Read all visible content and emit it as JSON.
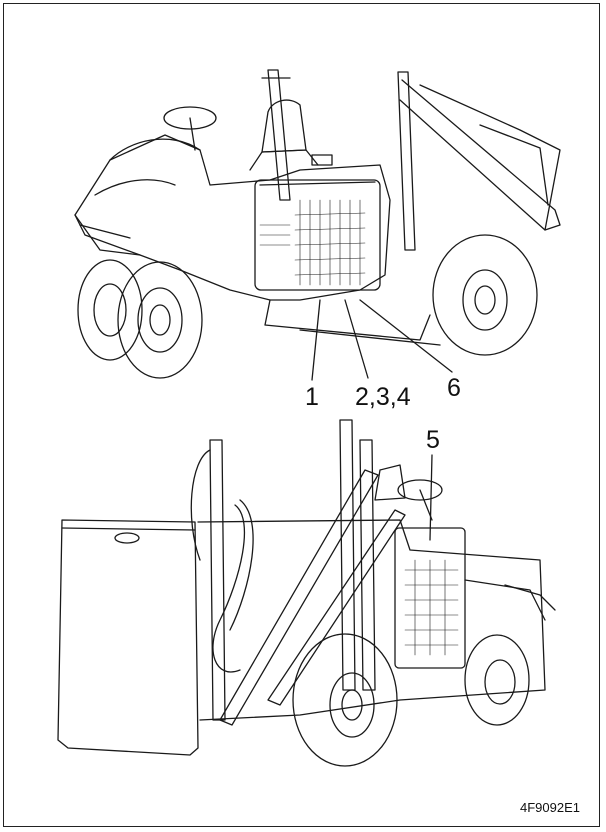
{
  "callouts": {
    "c1": "1",
    "c234": "2,3,4",
    "c6": "6",
    "c5": "5"
  },
  "figure_id": "4F9092E1",
  "colors": {
    "line": "#1a1a1a",
    "background": "#ffffff"
  }
}
